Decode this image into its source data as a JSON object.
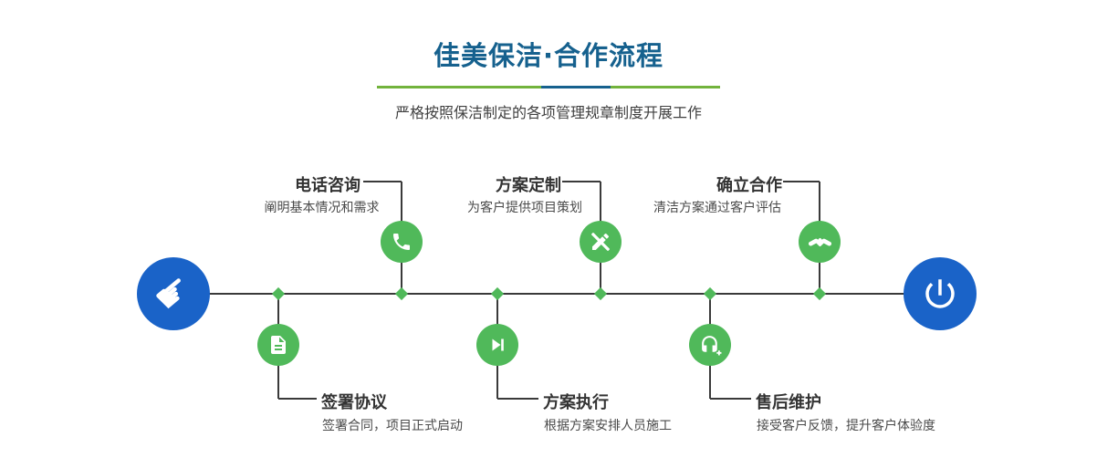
{
  "header": {
    "title": "佳美保洁·合作流程",
    "subtitle": "严格按照保洁制定的各项管理规章制度开展工作"
  },
  "colors": {
    "title_blue": "#16618e",
    "accent_green": "#50b95a",
    "divider_green": "#72b33c",
    "endpoint_blue": "#1a63c8",
    "line_dark": "#3a3a3a"
  },
  "steps_top": [
    {
      "title": "电话咨询",
      "desc": "阐明基本情况和需求",
      "icon": "phone-icon"
    },
    {
      "title": "方案定制",
      "desc": "为客户提供项目策划",
      "icon": "design-icon"
    },
    {
      "title": "确立合作",
      "desc": "清洁方案通过客户评估",
      "icon": "handshake-icon"
    }
  ],
  "steps_bottom": [
    {
      "title": "签署协议",
      "desc": "签署合同，项目正式启动",
      "icon": "contract-icon"
    },
    {
      "title": "方案执行",
      "desc": "根据方案安排人员施工",
      "icon": "execution-icon"
    },
    {
      "title": "售后维护",
      "desc": "接受客户反馈，提升客户体验度",
      "icon": "aftersales-icon"
    }
  ],
  "endpoints": {
    "start_icon": "pointer-hand-icon",
    "end_icon": "power-icon",
    "pointer_glyph": "☛"
  }
}
